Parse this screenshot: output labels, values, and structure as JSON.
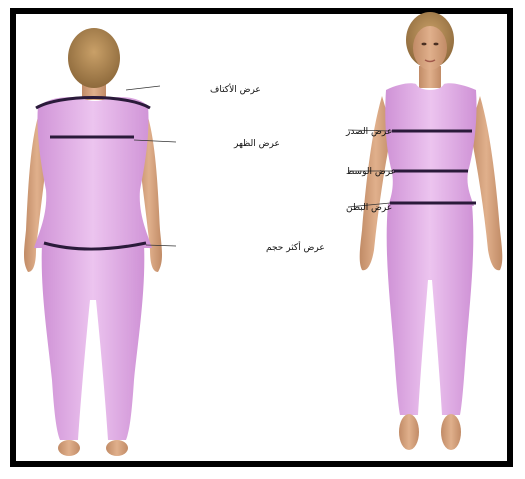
{
  "colors": {
    "frame": "#000000",
    "garment": "#e6b5ea",
    "garment_shade": "#d69ade",
    "skin": "#d7a57f",
    "skin_shade": "#c18b66",
    "hair": "#b58a50",
    "measure_line": "#2a1a3a"
  },
  "back_figure": {
    "labels": {
      "shoulder_width": "عرض الأكتاف",
      "back_width": "عرض الظهر",
      "hip_width": "عرض أكثر حجم"
    }
  },
  "front_figure": {
    "labels": {
      "chest_width": "عرض الصدر",
      "waist_width": "عرض الوسط",
      "abdomen_width": "عرض البطن"
    }
  }
}
